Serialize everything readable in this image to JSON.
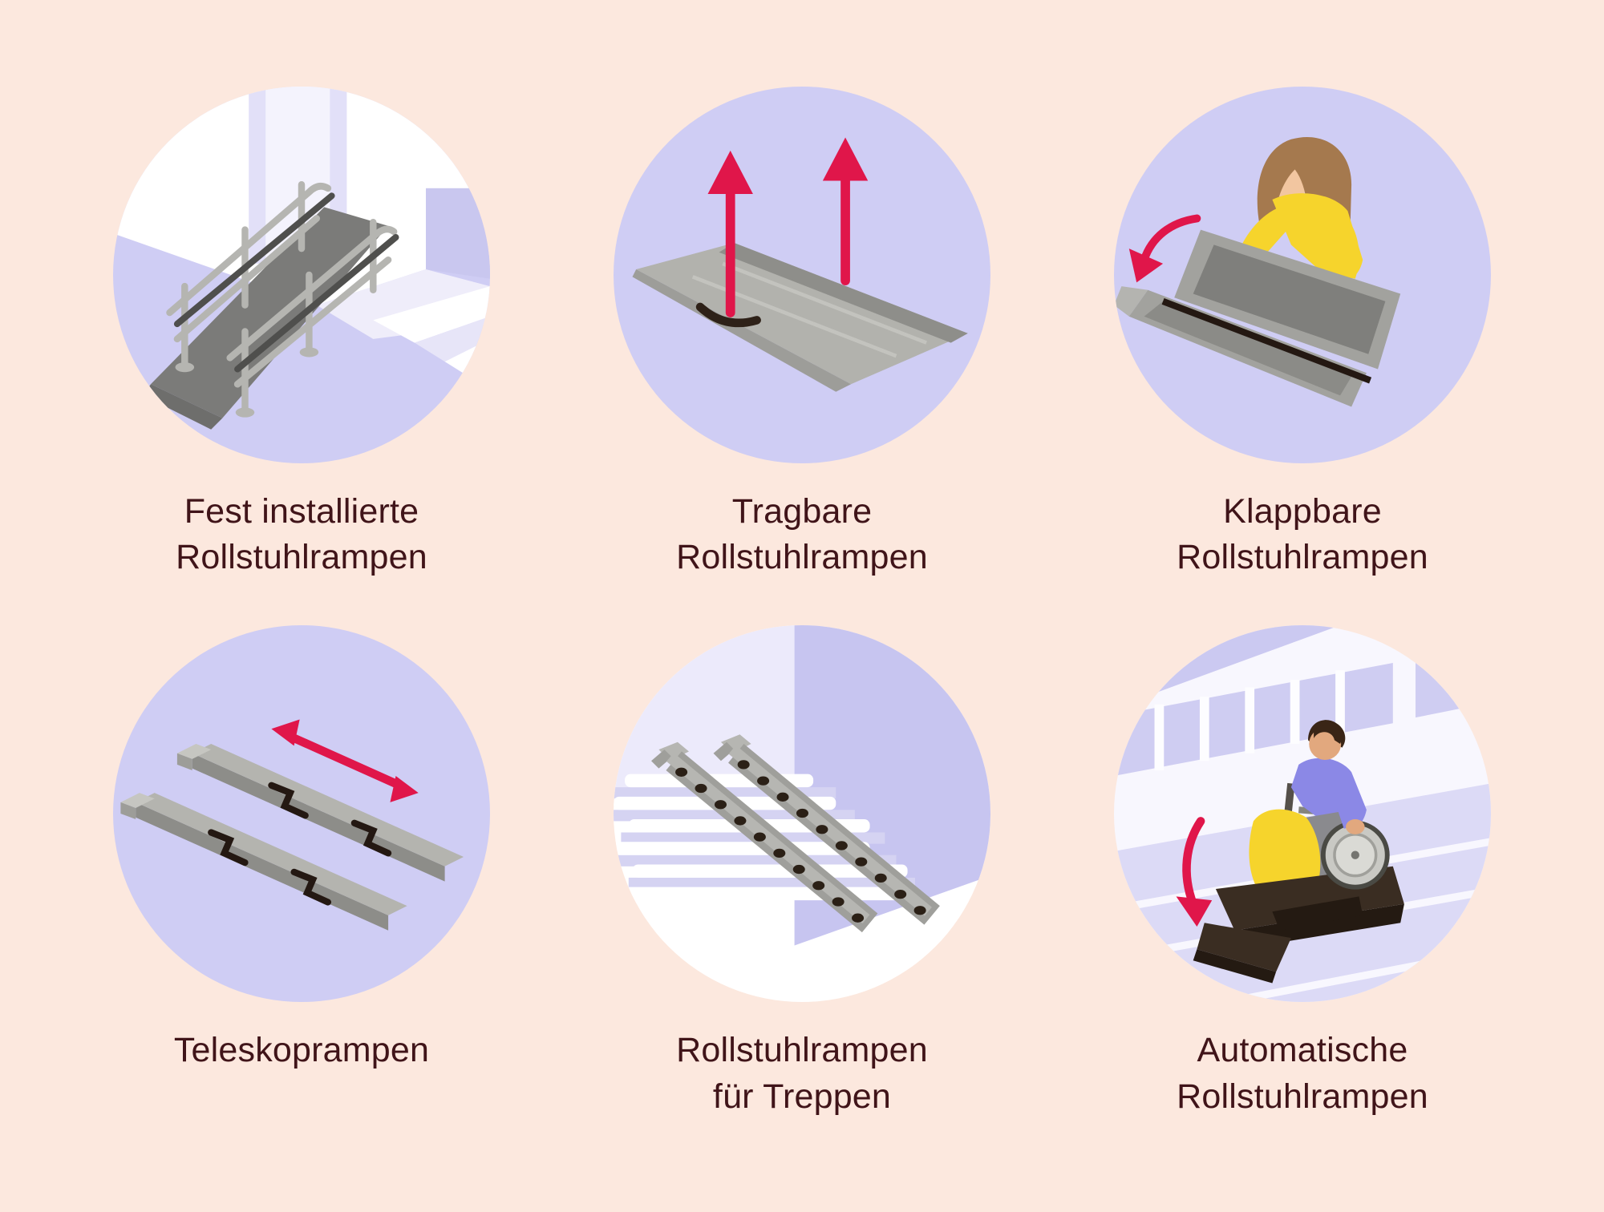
{
  "page": {
    "background_color": "#fce8de",
    "circle_color": "#cfcdf4",
    "label_color": "#401419",
    "arrow_color": "#e0164a",
    "ramp_gray": "#9e9e9a",
    "accent_yellow": "#f6d42c",
    "accent_purple": "#8b88e6"
  },
  "cards": [
    {
      "label": "Fest installierte\nRollstuhlrampen",
      "illustration": "fixed-installed-ramp"
    },
    {
      "label": "Tragbare\nRollstuhlrampen",
      "illustration": "portable-ramp",
      "arrow_icon": "two-up-arrows"
    },
    {
      "label": "Klappbare\nRollstuhlrampen",
      "illustration": "person-folding-ramp",
      "arrow_icon": "curved-down-left-arrow"
    },
    {
      "label": "Teleskoprampen",
      "illustration": "telescopic-channel-ramps",
      "arrow_icon": "double-headed-diagonal-arrow"
    },
    {
      "label": "Rollstuhlrampen\nfür Treppen",
      "illustration": "track-ramps-on-stairs"
    },
    {
      "label": "Automatische\nRollstuhlrampen",
      "illustration": "wheelchair-on-automatic-ramp",
      "arrow_icon": "curved-down-arrow"
    }
  ]
}
